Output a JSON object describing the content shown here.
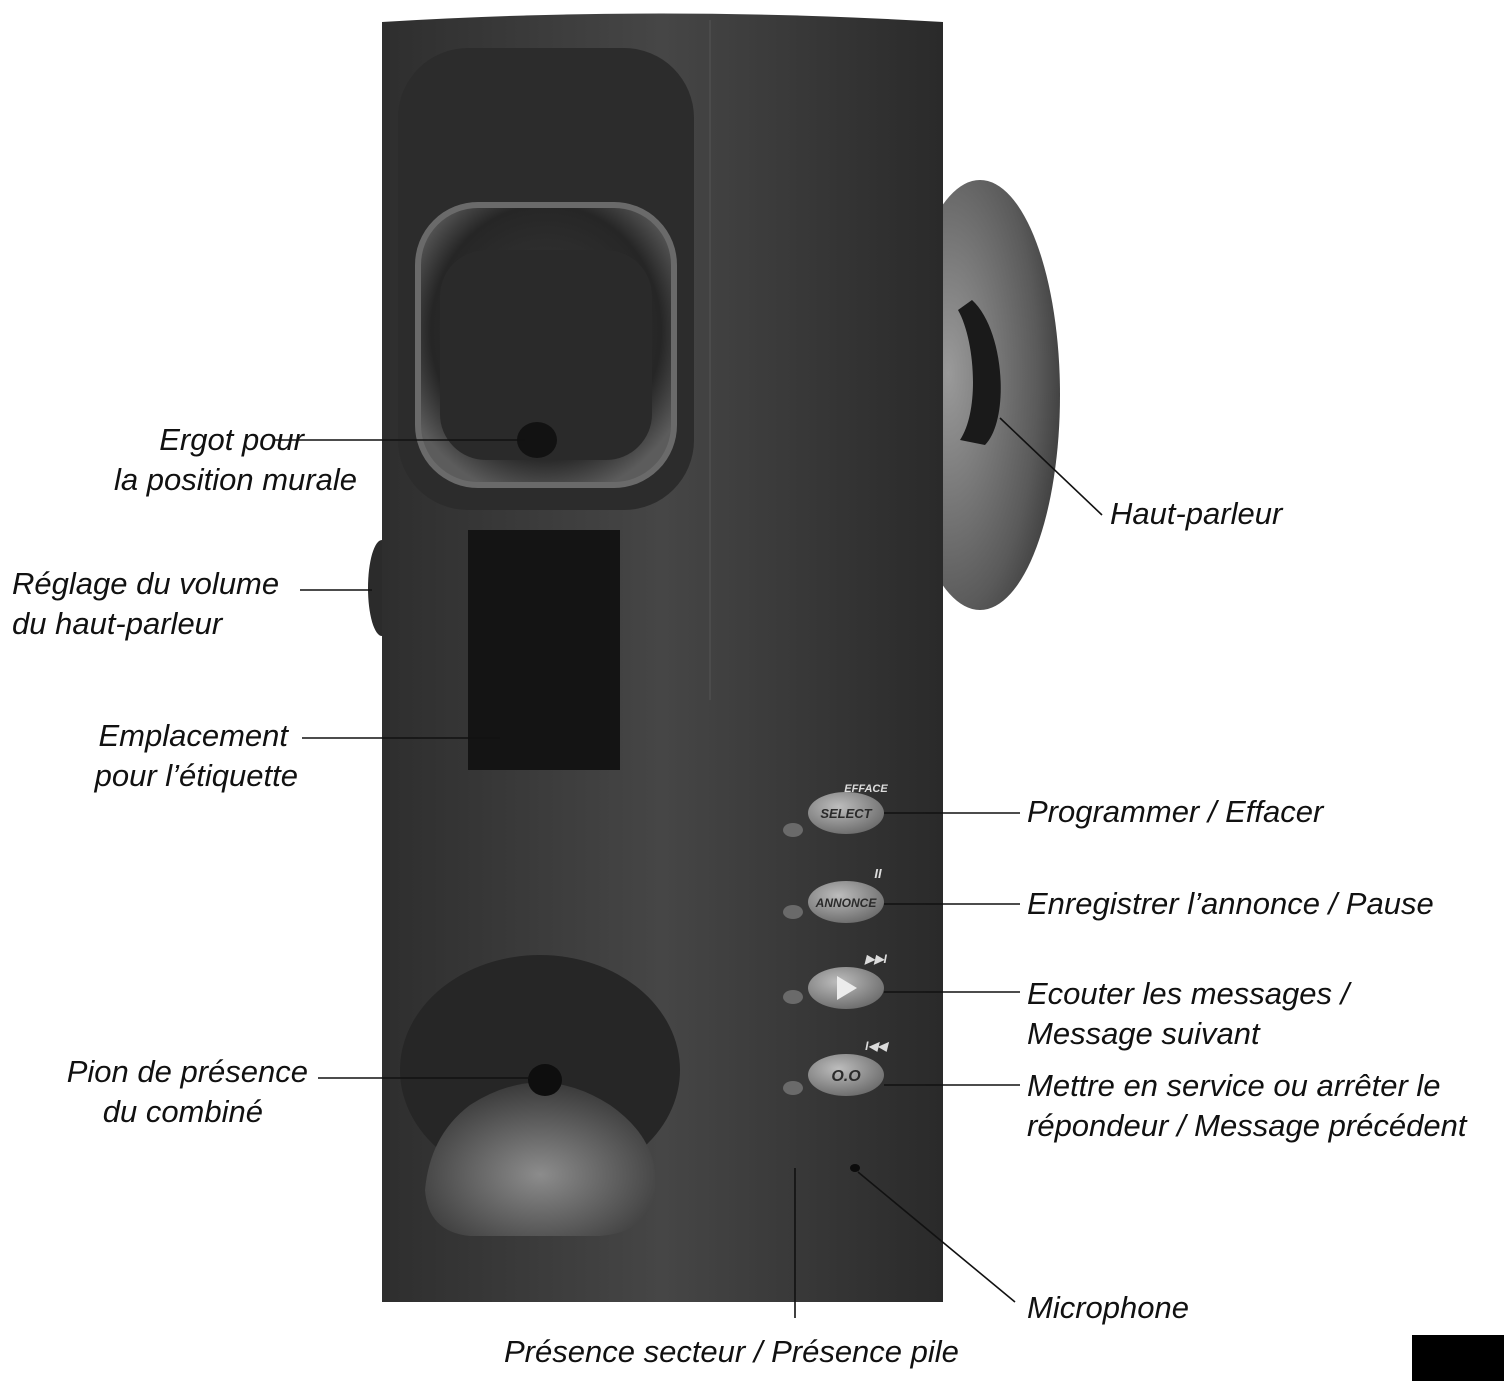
{
  "callouts": {
    "ergot": [
      "Ergot pour",
      "la position murale"
    ],
    "volume": [
      "Réglage du volume",
      "du haut-parleur"
    ],
    "emplacement": [
      "Emplacement",
      "pour l’étiquette"
    ],
    "pion": [
      "Pion de présence",
      "du combiné"
    ],
    "haut_parleur": [
      "Haut-parleur"
    ],
    "programmer": [
      "Programmer / Effacer"
    ],
    "enregistrer": [
      "Enregistrer l’annonce / Pause"
    ],
    "ecouter": [
      "Ecouter les messages /",
      "Message suivant"
    ],
    "mettre": [
      "Mettre en service ou arrêter le",
      "répondeur / Message précédent"
    ],
    "microphone": [
      "Microphone"
    ],
    "presence": [
      "Présence secteur / Présence pile"
    ]
  },
  "device_labels": {
    "select_top": "EFFACE",
    "select": "SELECT",
    "annonce_top": "II",
    "annonce": "ANNONCE",
    "play_top": "▶▶I",
    "onoff_top": "I◀◀",
    "onoff": "O.O"
  },
  "colors": {
    "body": "#3b3b3b",
    "body_dark": "#1e1e1e",
    "button": "#8a8a8a",
    "text": "#111111"
  }
}
